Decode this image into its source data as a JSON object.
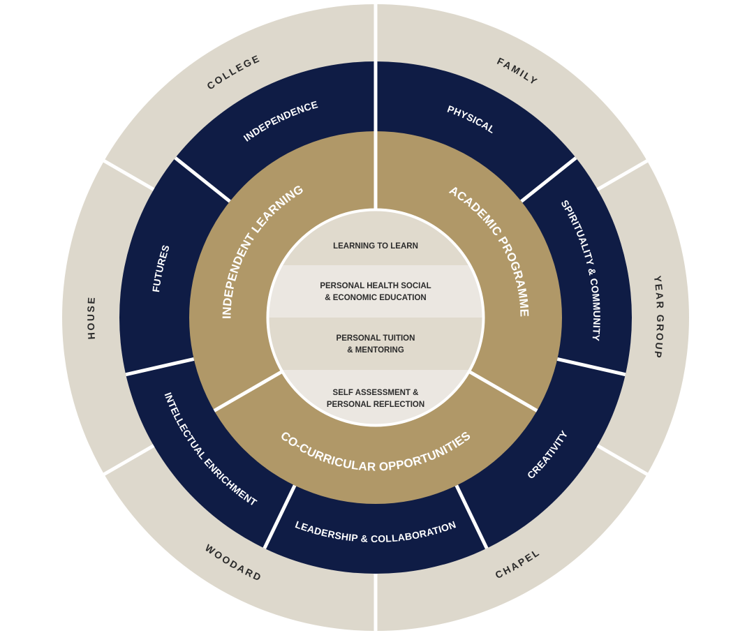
{
  "colors": {
    "outer_ring": "#ddd8cc",
    "middle_ring": "#0f1c45",
    "inner_ring": "#b09868",
    "core_band_dark": "#e0dacd",
    "core_band_light": "#ebe7e1",
    "separator": "#ffffff"
  },
  "outer_ring": {
    "segments": [
      {
        "label": "COLLEGE",
        "direction": "cw"
      },
      {
        "label": "HOUSE",
        "direction": "cw"
      },
      {
        "label": "WOODARD",
        "direction": "ccw"
      },
      {
        "label": "CHAPEL",
        "direction": "ccw"
      },
      {
        "label": "YEAR GROUP",
        "direction": "cw"
      },
      {
        "label": "FAMILY",
        "direction": "cw"
      }
    ]
  },
  "middle_ring": {
    "segments": [
      {
        "label": "INDEPENDENCE",
        "direction": "cw"
      },
      {
        "label": "FUTURES",
        "direction": "cw"
      },
      {
        "label": "INTELLECTUAL ENRICHMENT",
        "direction": "ccw"
      },
      {
        "label": "LEADERSHIP & COLLABORATION",
        "direction": "ccw"
      },
      {
        "label": "CREATIVITY",
        "direction": "ccw"
      },
      {
        "label": "SPIRITUALITY & COMMUNITY",
        "direction": "cw"
      },
      {
        "label": "PHYSICAL",
        "direction": "cw"
      }
    ]
  },
  "inner_ring": {
    "segments": [
      {
        "label": "INDEPENDENT LEARNING",
        "direction": "cw"
      },
      {
        "label": "CO-CURRICULAR OPPORTUNITIES",
        "direction": "ccw"
      },
      {
        "label": "ACADEMIC PROGRAMME",
        "direction": "cw"
      }
    ]
  },
  "core": {
    "bands": [
      {
        "lines": [
          "LEARNING TO LEARN"
        ]
      },
      {
        "lines": [
          "PERSONAL HEALTH SOCIAL",
          "& ECONOMIC EDUCATION"
        ]
      },
      {
        "lines": [
          "PERSONAL TUITION",
          "& MENTORING"
        ]
      },
      {
        "lines": [
          "SELF ASSESSMENT &",
          "PERSONAL REFLECTION"
        ]
      }
    ]
  }
}
